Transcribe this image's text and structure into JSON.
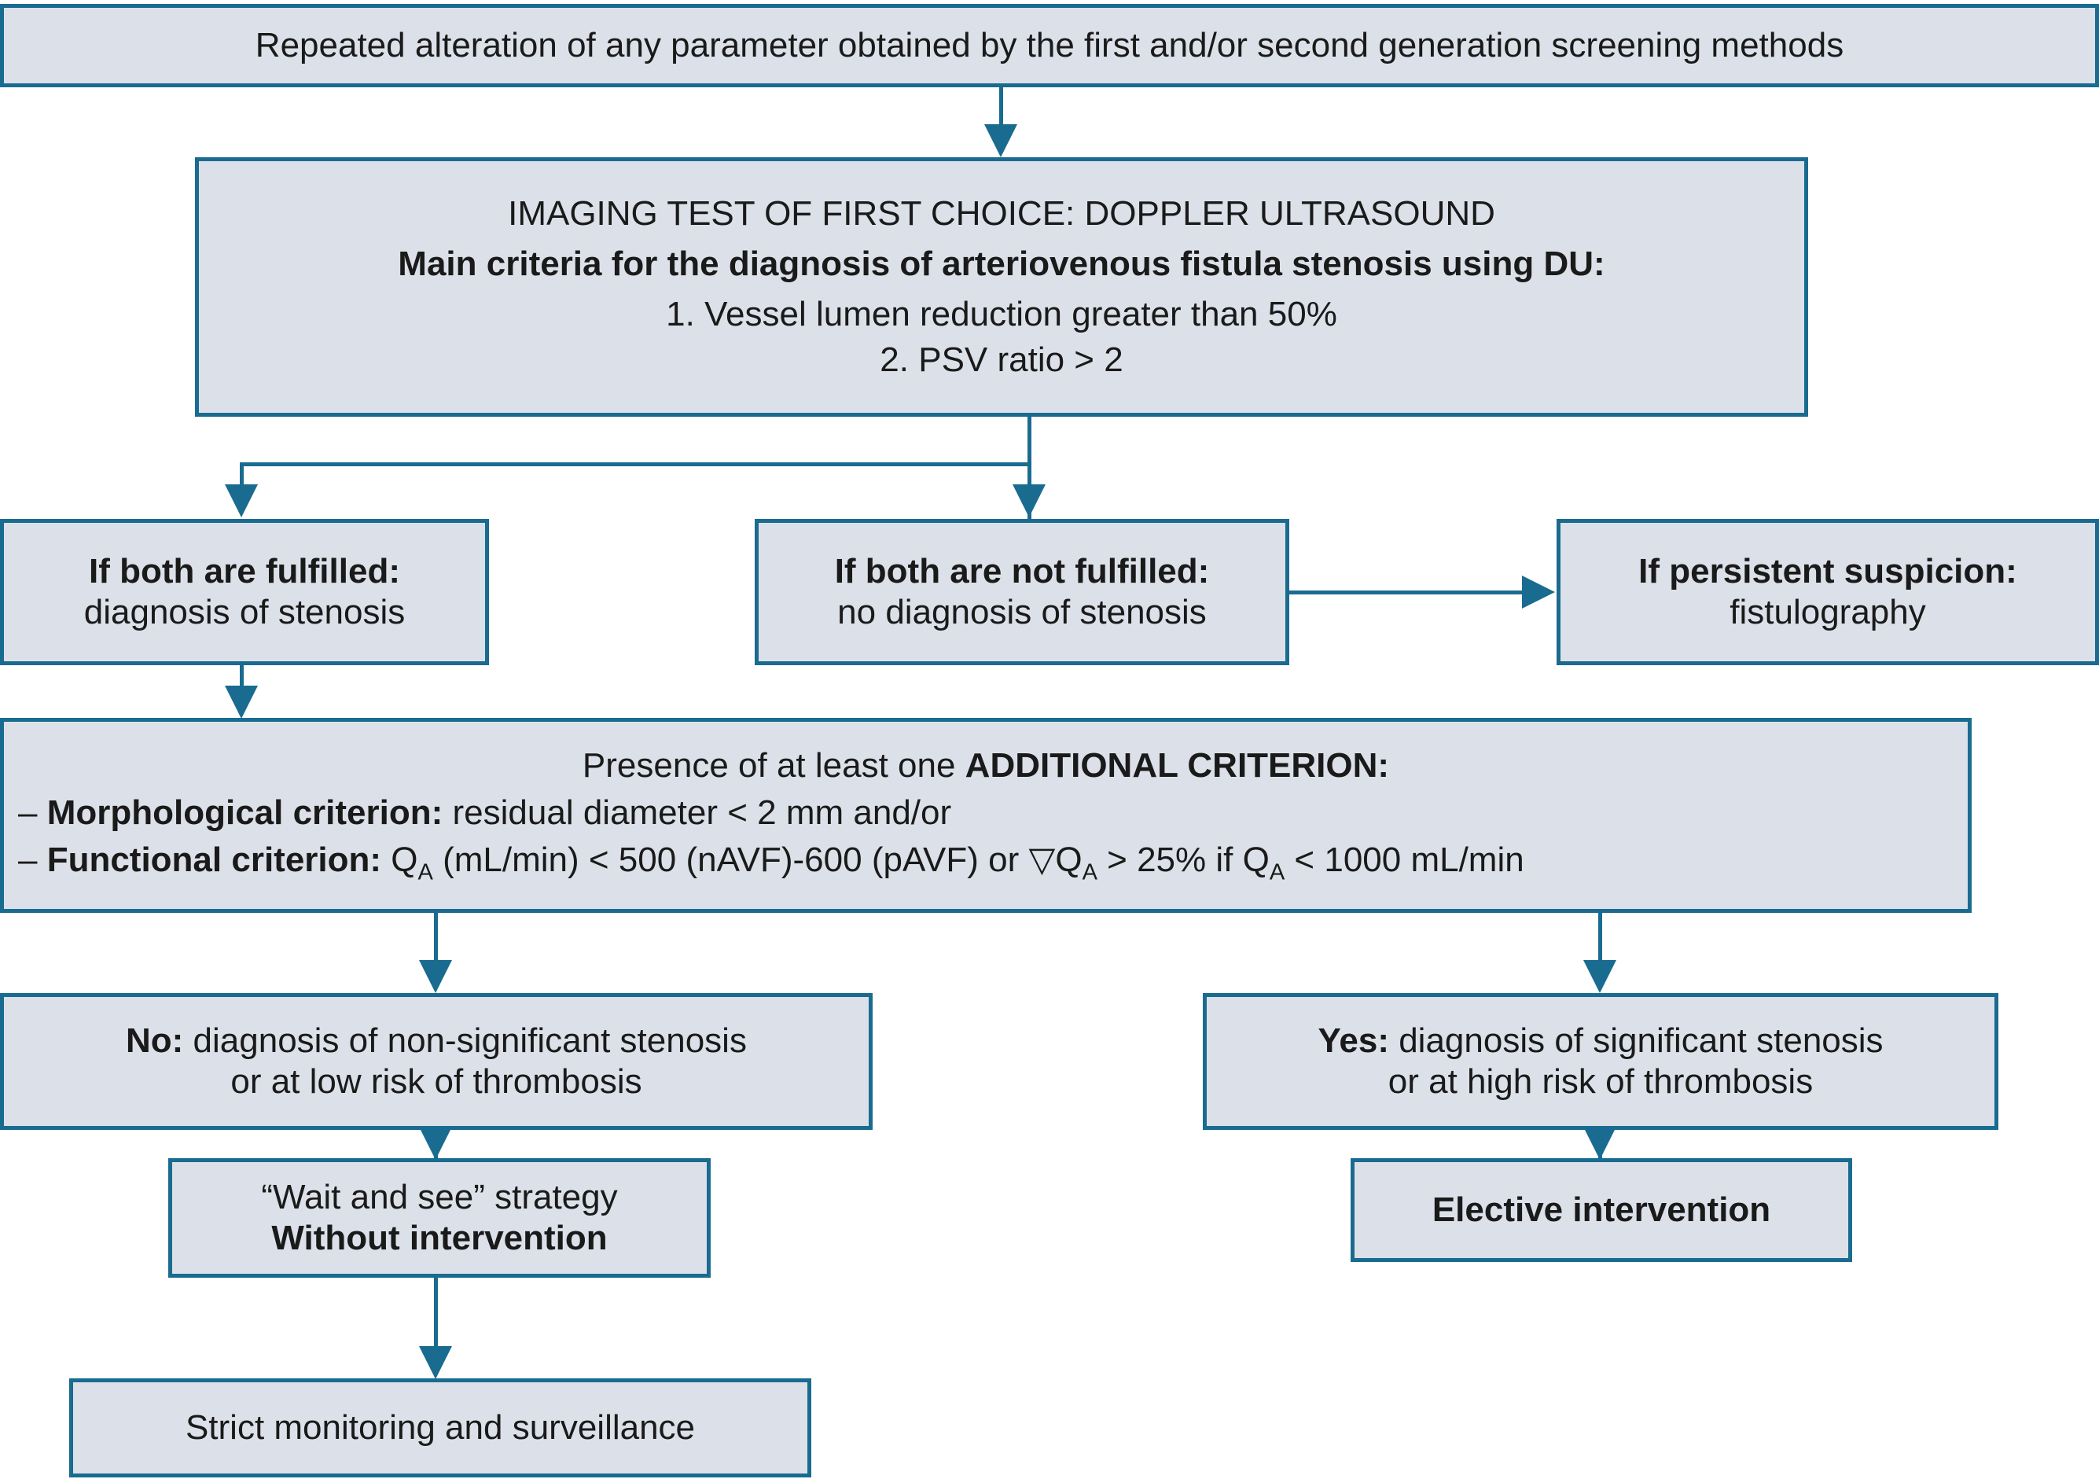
{
  "diagram": {
    "title": "Doppler ultrasound diagnostic algorithm for arteriovenous fistula stenosis",
    "colors": {
      "box_fill": "#dce1e9",
      "box_border": "#1a6b90",
      "text": "#1a1a1a",
      "background": "#ffffff"
    },
    "nodes": {
      "top": {
        "lines": [
          "Repeated alteration of any parameter obtained by the first and/or second generation screening methods"
        ]
      },
      "du": {
        "heading": "IMAGING TEST OF FIRST CHOICE: DOPPLER ULTRASOUND",
        "subheading": "Main criteria for the diagnosis of arteriovenous fistula stenosis using DU:",
        "criterion1": "1. Vessel lumen reduction greater than 50%",
        "criterion2": "2. PSV ratio > 2"
      },
      "fulfilled": {
        "line1": "If both are fulfilled:",
        "line2": "diagnosis of stenosis"
      },
      "not_fulfilled": {
        "line1": "If both are not fulfilled:",
        "line2": "no diagnosis of stenosis"
      },
      "suspicion": {
        "line1": "If persistent suspicion:",
        "line2": "fistulography"
      },
      "additional_criterion": {
        "heading_plain": "Presence of at least one ",
        "heading_bold": "ADDITIONAL CRITERION:",
        "morphological_dash": "– ",
        "morphological_label": "Morphological criterion:",
        "morphological_text": " residual diameter < 2 mm and/or",
        "functional_dash": "– ",
        "functional_label": "Functional criterion:",
        "functional_part1": " Q",
        "functional_sub1": "A",
        "functional_part2": " (mL/min) < 500 (nAVF)-600 (pAVF) or ",
        "functional_nabla": "▽",
        "functional_part3": "Q",
        "functional_sub2": "A",
        "functional_part4": " > 25% if Q",
        "functional_sub3": "A",
        "functional_part5": " < 1000 mL/min"
      },
      "no_result": {
        "line1_bold": "No:",
        "line1_rest": " diagnosis of non-significant stenosis",
        "line2": "or at low risk of thrombosis"
      },
      "yes_result": {
        "line1_bold": "Yes:",
        "line1_rest": " diagnosis of significant stenosis",
        "line2": "or at high risk of thrombosis"
      },
      "wait": {
        "line1": "“Wait and see” strategy",
        "line2": "Without intervention"
      },
      "elective": {
        "line1": "Elective intervention"
      },
      "strict": {
        "line1": "Strict monitoring and surveillance"
      }
    }
  }
}
